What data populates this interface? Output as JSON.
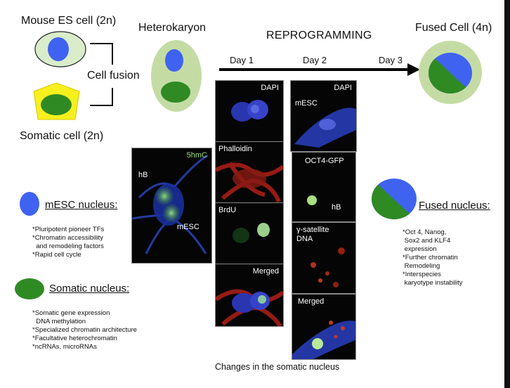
{
  "labels": {
    "mouse_es": "Mouse ES cell (2n)",
    "somatic_cell": "Somatic cell (2n)",
    "cell_fusion": "Cell fusion",
    "heterokaryon": "Heterokaryon",
    "reprogramming": "REPROGRAMMING",
    "fused_cell": "Fused Cell (4n)",
    "day1": "Day 1",
    "day2": "Day 2",
    "day3": "Day 3",
    "changes": "Changes in the somatic nucleus"
  },
  "panels": {
    "dapi1": "DAPI",
    "phalloidin": "Phalloidin",
    "brdu": "BrdU",
    "merged1": "Merged",
    "dapi2": "DAPI",
    "mesc2": "mESC",
    "oct4": "OCT4-GFP",
    "hb2": "hB",
    "gsat": "γ-satellite\nDNA",
    "merged2": "Merged",
    "hmc": "5hmC",
    "hb1": "hB",
    "mesc1": "mESC"
  },
  "legend": {
    "mesc_title": "mESC nucleus:",
    "mesc_items": "*Pluripotent pioneer TFs\n*Chromatin accessibility\n  and remodeling factors\n*Rapid cell cycle",
    "somatic_title": "Somatic nucleus:",
    "somatic_items": "*Somatic gene expression\n  DNA methylation\n*Specialized chromatin architecture\n*Facultative heterochromatin\n*ncRNAs, microRNAs",
    "fused_title": "Fused nucleus:",
    "fused_items": "*Oct 4, Nanog,\n Sox2 and KLF4\n expression\n*Further chromatin\n Remodeling\n*Interspecies\n karyotype instability"
  },
  "colors": {
    "blue_nucleus": "#3f63f0",
    "green_nucleus": "#2f8a24",
    "cell_body": "#c4dca4",
    "somatic_yellow": "#f7f01e"
  }
}
